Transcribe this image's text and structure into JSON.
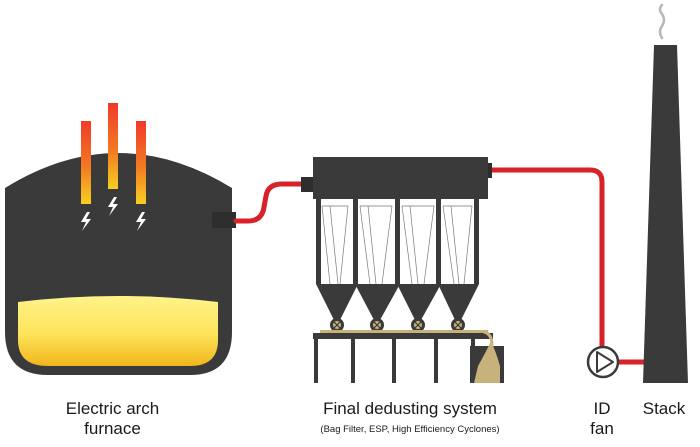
{
  "labels": {
    "furnace_line1": "Electric arch",
    "furnace_line2": "furnace",
    "dedusting_title": "Final dedusting system",
    "dedusting_subtitle": "(Bag Filter, ESP, High Efficiency Cyclones)",
    "fan_line1": "ID",
    "fan_line2": "fan",
    "stack": "Stack"
  },
  "colors": {
    "equipment": "#3a3a3a",
    "pipe": "#d8222a",
    "molten_light": "#fff38a",
    "molten_dark": "#f2b51c",
    "electrode_hot": "#f03a2a",
    "electrode_warm": "#f7c21f",
    "hopper_fill": "#c6b27a",
    "text": "#1a1a1a"
  },
  "icons": [
    "lightning-bolt-icon",
    "smoke-wisp-icon",
    "fan-arrow-icon"
  ]
}
